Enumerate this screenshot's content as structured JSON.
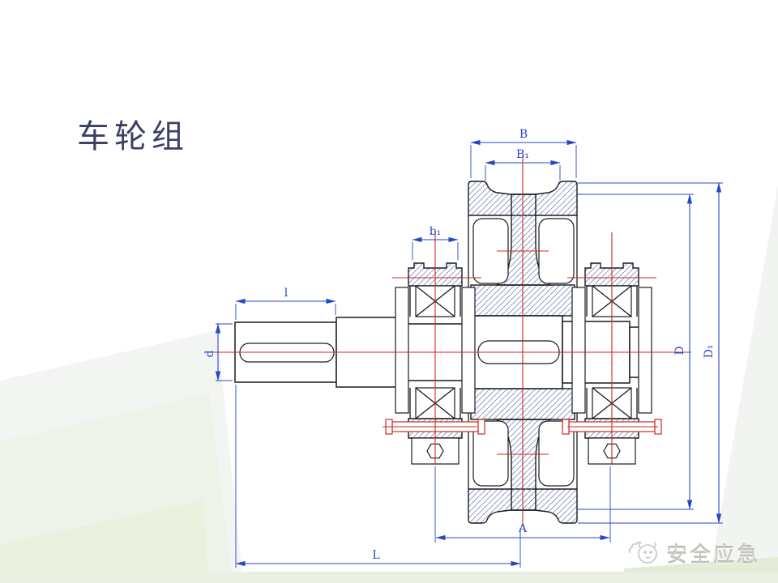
{
  "slide": {
    "title": "车轮组"
  },
  "drawing": {
    "dim_labels": {
      "B": "B",
      "B1": "B₁",
      "b1": "b₁",
      "l": "l",
      "d": "d",
      "D": "D",
      "D1": "D₁",
      "A": "A",
      "L": "L"
    },
    "colors": {
      "dimension_blue": "#2846c8",
      "centerline_red": "#cc2a26",
      "outline_black": "#1b1b1b",
      "hatch_blue": "#8090c0",
      "background_green": "#e9f0de"
    }
  },
  "watermark": {
    "brand": "安全应急",
    "icon": "sheep-logo-icon"
  }
}
